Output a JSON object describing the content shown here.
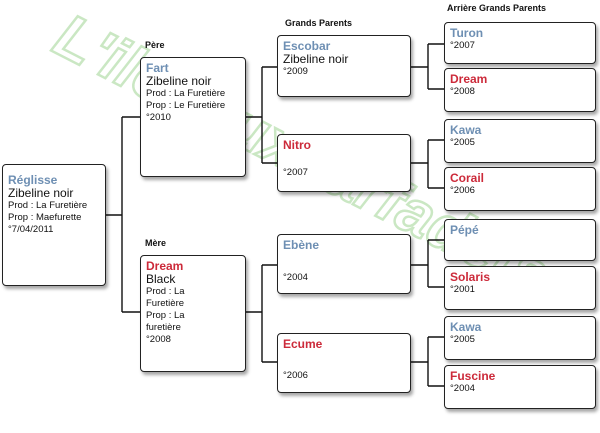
{
  "headers": {
    "pere": "Père",
    "mere": "Mère",
    "grands_parents": "Grands Parents",
    "arriere": "Arrière  Grands Parents"
  },
  "watermark": "L'ilenaux farfadets",
  "subject": {
    "name": "Réglisse",
    "color_line": "Zibeline noir",
    "prod": "Prod : La Furetière",
    "prop": "Prop : Maefurette",
    "date": "°7/04/2011"
  },
  "father": {
    "name": "Fart",
    "color_line": "Zibeline noir",
    "prod": "Prod : La Furetière",
    "prop": "Prop : Le Furetière",
    "date": "°2010"
  },
  "mother": {
    "name": "Dream",
    "color_line": "Black",
    "prod_1": "Prod : La",
    "prod_2": "Furetière",
    "prop_1": "Prop : La",
    "prop_2": "furetière",
    "date": "°2008"
  },
  "grandparents": {
    "escobar": {
      "name": "Escobar",
      "color_line": "Zibeline noir",
      "date": "°2009"
    },
    "nitro": {
      "name": "Nitro",
      "date": "°2007"
    },
    "ebene": {
      "name": "Ebène",
      "date": "°2004"
    },
    "ecume": {
      "name": "Ecume",
      "date": "°2006"
    }
  },
  "great_grandparents": {
    "turon": {
      "name": "Turon",
      "date": "°2007"
    },
    "dream": {
      "name": "Dream",
      "date": "°2008"
    },
    "kawa1": {
      "name": "Kawa",
      "date": "°2005"
    },
    "corail": {
      "name": "Corail",
      "date": "°2006"
    },
    "pepe": {
      "name": "Pépé"
    },
    "solaris": {
      "name": "Solaris",
      "date": "°2001"
    },
    "kawa2": {
      "name": "Kawa",
      "date": "°2005"
    },
    "fuscine": {
      "name": "Fuscine",
      "date": "°2004"
    }
  },
  "colors": {
    "male": "#6e8fb3",
    "female": "#cc2a3a",
    "watermark": "#c8e8c0"
  }
}
